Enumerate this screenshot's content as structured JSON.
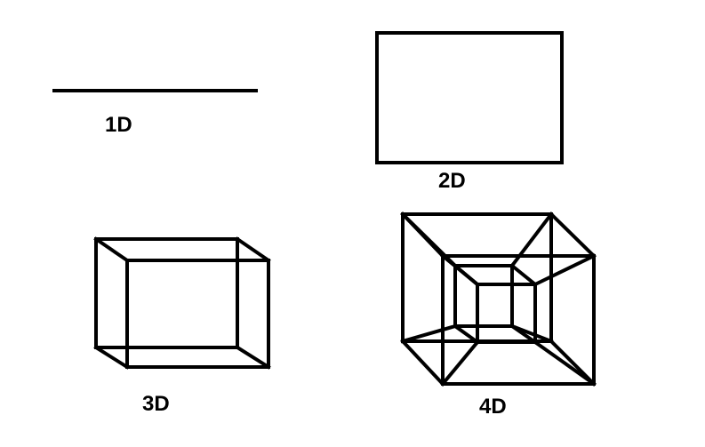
{
  "diagram": {
    "labels": {
      "one_d": "1D",
      "two_d": "2D",
      "three_d": "3D",
      "four_d": "4D"
    },
    "stroke_color": "#000000",
    "background_color": "#ffffff"
  }
}
